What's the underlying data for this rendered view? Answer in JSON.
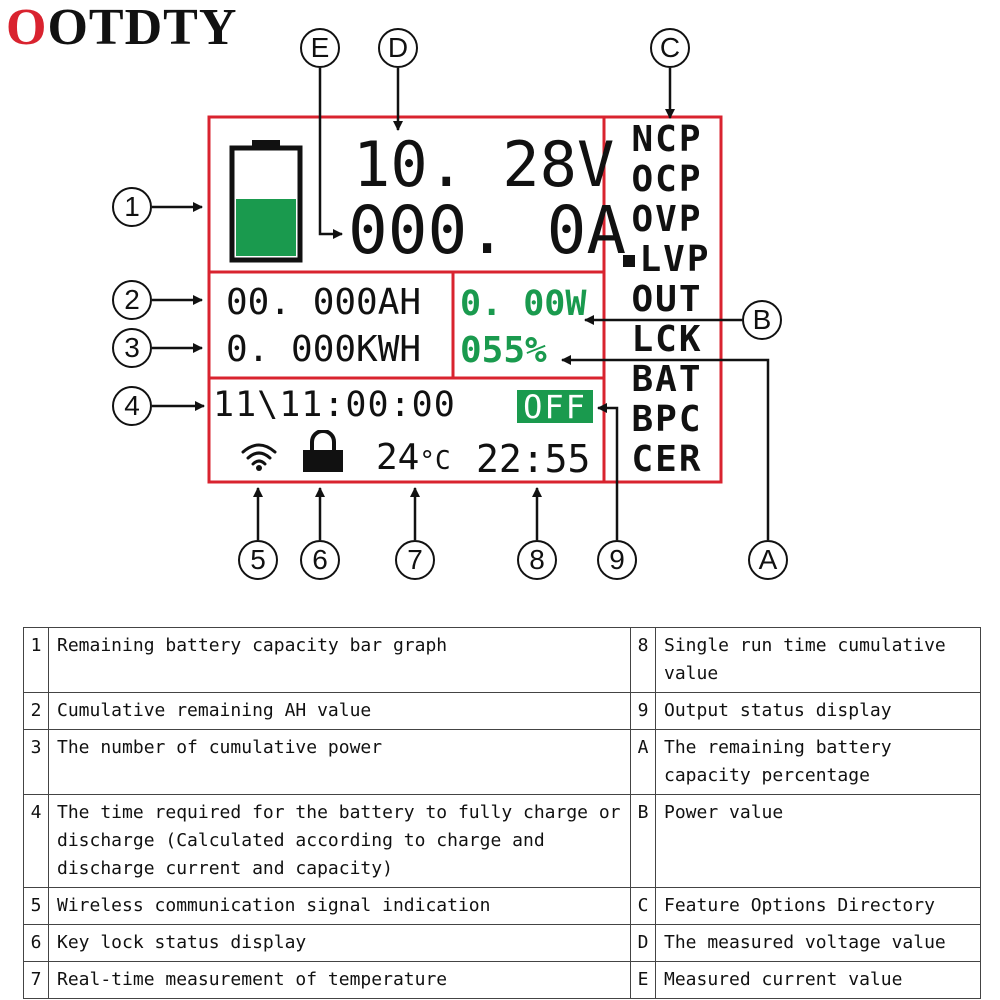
{
  "brand": {
    "logo_first": "O",
    "logo_rest": "OTDTY",
    "logo_color": "#d9232f"
  },
  "colors": {
    "frame": "#d9232f",
    "lcd_green": "#1a9a4e",
    "text": "#111111"
  },
  "display": {
    "voltage": "10. 28V",
    "current": "000. 0A",
    "ah": "00. 000AH",
    "kwh": "0. 000KWH",
    "power": "0. 00W",
    "percent": "055%",
    "time": "11\\11:00:00",
    "output_status": "OFF",
    "temperature": "24",
    "temperature_unit": "°C",
    "clock": "22:55",
    "battery_level": 0.55,
    "icons": [
      "wifi-signal-icon",
      "key-lock-icon",
      "battery-icon"
    ]
  },
  "menu": [
    {
      "label": "NCP",
      "active": false,
      "selected": false
    },
    {
      "label": "OCP",
      "active": false,
      "selected": false
    },
    {
      "label": "OVP",
      "active": false,
      "selected": false
    },
    {
      "label": "LVP",
      "active": false,
      "selected": true
    },
    {
      "label": "OUT",
      "active": true,
      "selected": false
    },
    {
      "label": "LCK",
      "active": false,
      "selected": false
    },
    {
      "label": "BAT",
      "active": false,
      "selected": false
    },
    {
      "label": "BPC",
      "active": false,
      "selected": false
    },
    {
      "label": "CER",
      "active": false,
      "selected": false
    }
  ],
  "callouts": [
    "1",
    "2",
    "3",
    "4",
    "5",
    "6",
    "7",
    "8",
    "9",
    "A",
    "B",
    "C",
    "D",
    "E"
  ],
  "legend": [
    {
      "left_key": "1",
      "left_text": "Remaining battery capacity bar graph",
      "right_key": "8",
      "right_text": "Single run time cumulative value"
    },
    {
      "left_key": "2",
      "left_text": "Cumulative remaining AH value",
      "right_key": "9",
      "right_text": "Output status display"
    },
    {
      "left_key": "3",
      "left_text": "The number of cumulative power",
      "right_key": "A",
      "right_text": "The remaining battery capacity percentage"
    },
    {
      "left_key": "4",
      "left_text": "The time required for the battery to fully charge or discharge (Calculated according to charge and discharge current and capacity)",
      "right_key": "B",
      "right_text": "Power value"
    },
    {
      "left_key": "5",
      "left_text": "Wireless communication signal indication",
      "right_key": "C",
      "right_text": "Feature Options Directory"
    },
    {
      "left_key": "6",
      "left_text": "Key lock status display",
      "right_key": "D",
      "right_text": "The measured voltage value"
    },
    {
      "left_key": "7",
      "left_text": "Real-time measurement of temperature",
      "right_key": "E",
      "right_text": "Measured current value"
    }
  ]
}
